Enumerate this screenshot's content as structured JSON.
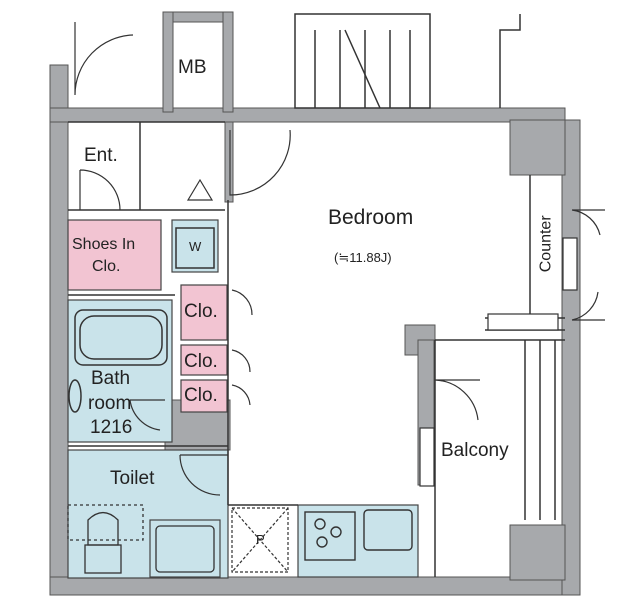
{
  "rooms": {
    "mb": "MB",
    "entrance": "Ent.",
    "shoes_closet_line1": "Shoes In",
    "shoes_closet_line2": "Clo.",
    "washer": "W",
    "closet_a": "Clo.",
    "closet_b": "Clo.",
    "closet_c": "Clo.",
    "bath_line1": "Bath",
    "bath_line2": "room",
    "bath_line3": "1216",
    "toilet": "Toilet",
    "bedroom": "Bedroom",
    "bedroom_area": "(≒11.88J)",
    "counter": "Counter",
    "balcony": "Balcony",
    "pipe_shaft": "P"
  },
  "colors": {
    "wall": "#a7a9ac",
    "wet_area": "#c9e3ea",
    "closet": "#f2c4d2",
    "line": "#333333",
    "background": "#ffffff"
  }
}
